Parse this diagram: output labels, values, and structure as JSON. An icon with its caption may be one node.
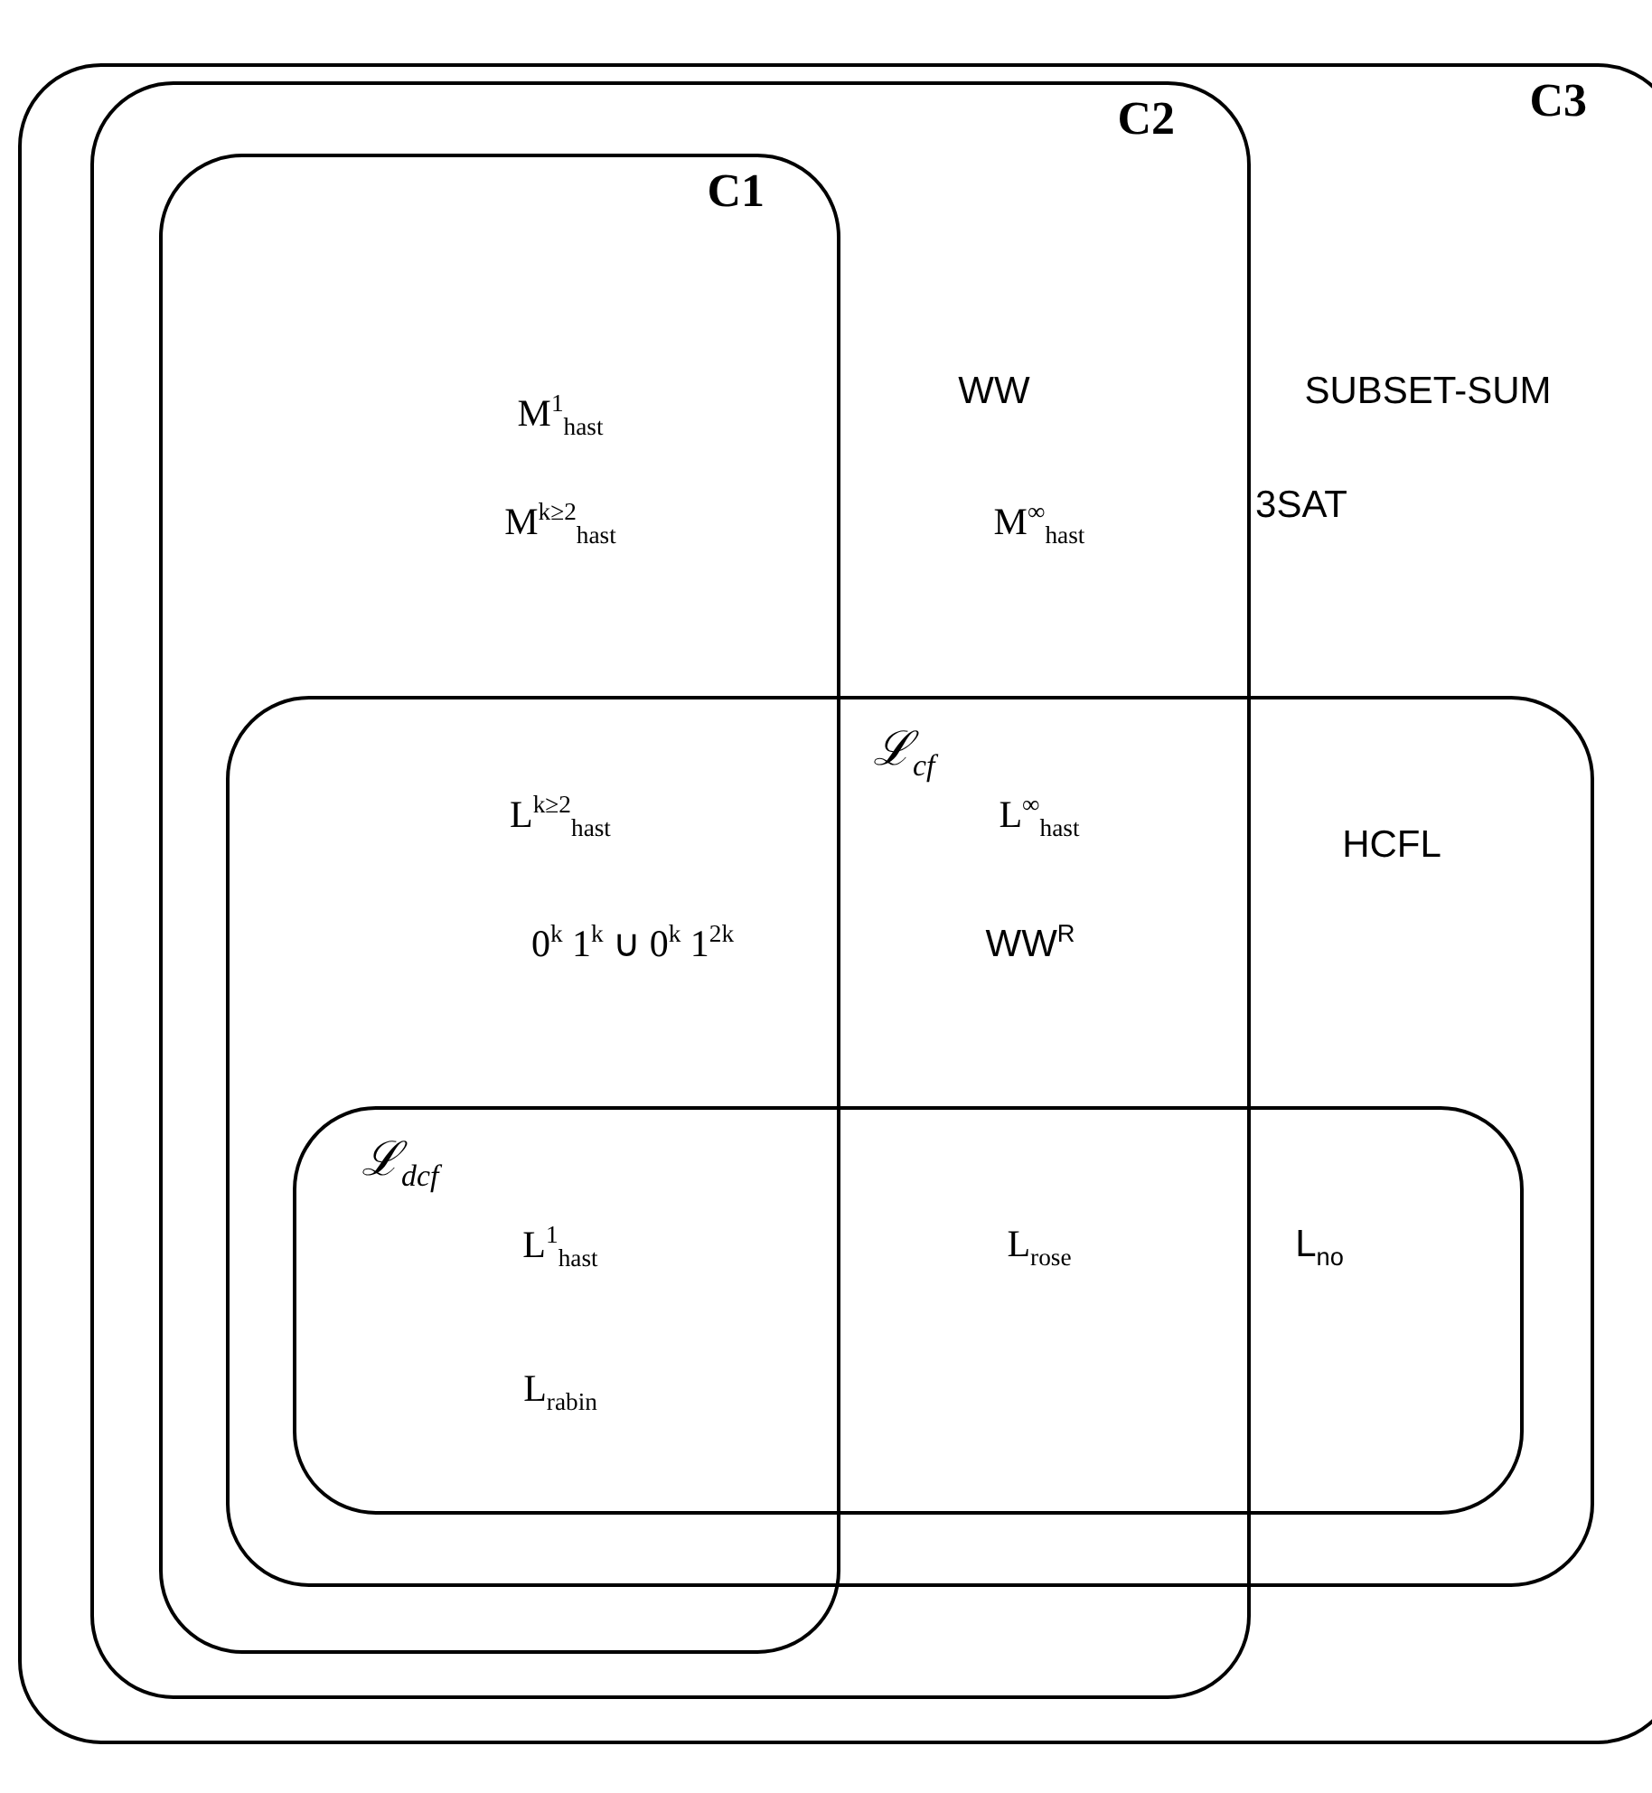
{
  "diagram": {
    "nodes": [
      {
        "text": [
          "C3"
        ]
      },
      {
        "text": [
          "C2"
        ],
        "in": 0
      },
      {
        "text": [
          "C1"
        ],
        "in": 1
      },
      {
        "text": [
          "ℒ$_{cf}$"
        ],
        "in": 0
      },
      {
        "text": [
          "ℒ$_{dcf}$"
        ],
        "in": 3
      }
    ],
    "labels": [
      "M$^{1}$$_{hast}$",
      "WW",
      "SUBSET-SUM",
      "M$^{k≥2}$$_{hast}$",
      "M$^{∞}$$_{hast}$",
      "3SAT",
      "L$^{k≥2}$$_{hast}$",
      "L$^{∞}$$_{hast}$",
      "HCFL",
      "0$^{k}$ 1$^{k}$ ∪ 0$^{k}$ 1$^{2k}$",
      "WW$^{R}$",
      "L$^{1}$$_{hast}$",
      "L$_{rose}$",
      "L$_{no}$",
      "L$_{rabin}$"
    ]
  }
}
